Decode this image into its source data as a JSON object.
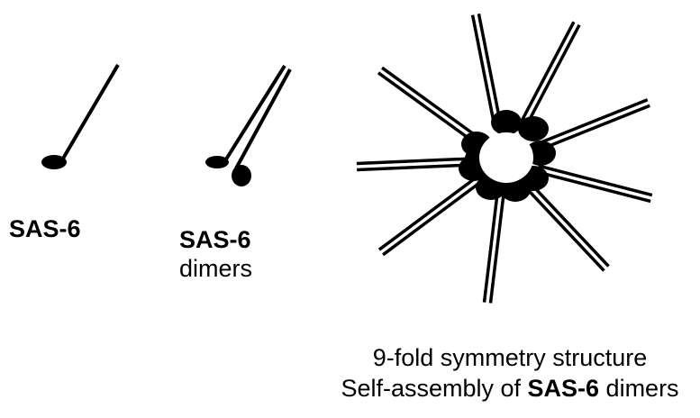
{
  "monomer": {
    "label": "SAS-6"
  },
  "dimer": {
    "label_bold": "SAS-6",
    "label_rest": "dimers"
  },
  "assembly": {
    "caption_line1": "9-fold symmetry structure",
    "caption_line2_prefix": "Self-assembly of ",
    "caption_line2_bold": "SAS-6",
    "caption_line2_suffix": " dimers",
    "spoke_count": 9
  },
  "colors": {
    "ink": "#000000",
    "background": "#ffffff"
  }
}
